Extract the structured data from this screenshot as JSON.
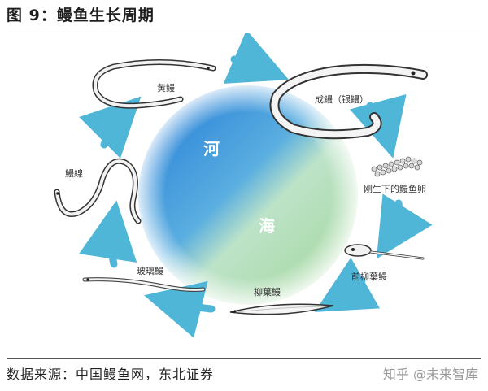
{
  "title": "图 9：鳗鱼生长周期",
  "zones": {
    "river": "河",
    "sea": "海"
  },
  "stages": {
    "yellow_eel": "黄鳗",
    "adult_eel": "成鳗（银鳗）",
    "eggs": "刚生下的鳗鱼卵",
    "pre_leptocephalus": "前柳葉鰻",
    "leptocephalus": "柳葉鰻",
    "glass_eel": "玻璃鰻",
    "elver": "鰻線"
  },
  "source": "数据来源：中国鳗鱼网，东北证券",
  "watermark": "知乎 @未来智库",
  "colors": {
    "river": "#2f86dc",
    "sea": "#a6dba0",
    "arrow": "#4fb6d8"
  }
}
